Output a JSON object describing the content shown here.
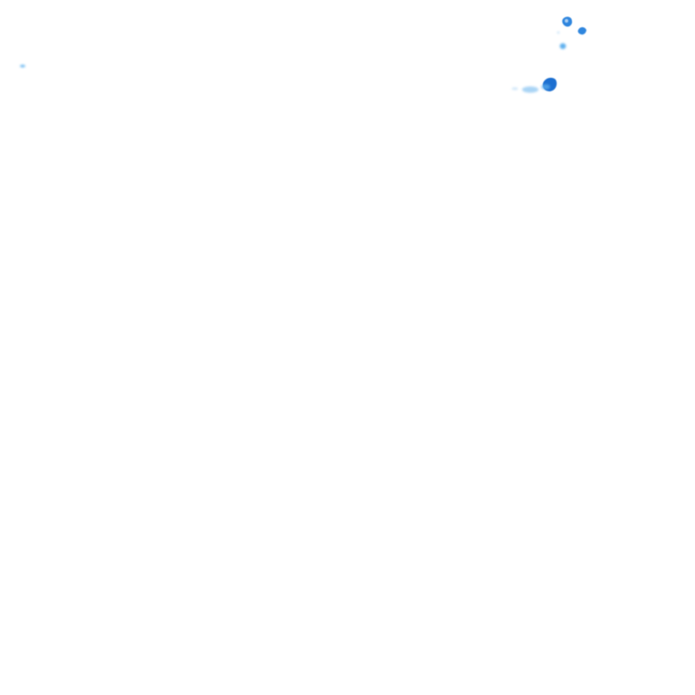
{
  "map": {
    "layer": "precipitation-radar-overlay",
    "colors": {
      "background": "#ffffff",
      "intensity_light": "#a9d4f5",
      "intensity_medium": "#5fb0ee",
      "intensity_strong": "#2f86de",
      "intensity_heavy": "#1c6fd0"
    },
    "cells": [
      {
        "id": "cell-1",
        "intensity": "strong"
      },
      {
        "id": "cell-2",
        "intensity": "medium"
      },
      {
        "id": "cell-3",
        "intensity": "medium"
      },
      {
        "id": "cell-4",
        "intensity": "heavy"
      },
      {
        "id": "cell-5",
        "intensity": "light"
      },
      {
        "id": "cell-6",
        "intensity": "light"
      }
    ]
  }
}
